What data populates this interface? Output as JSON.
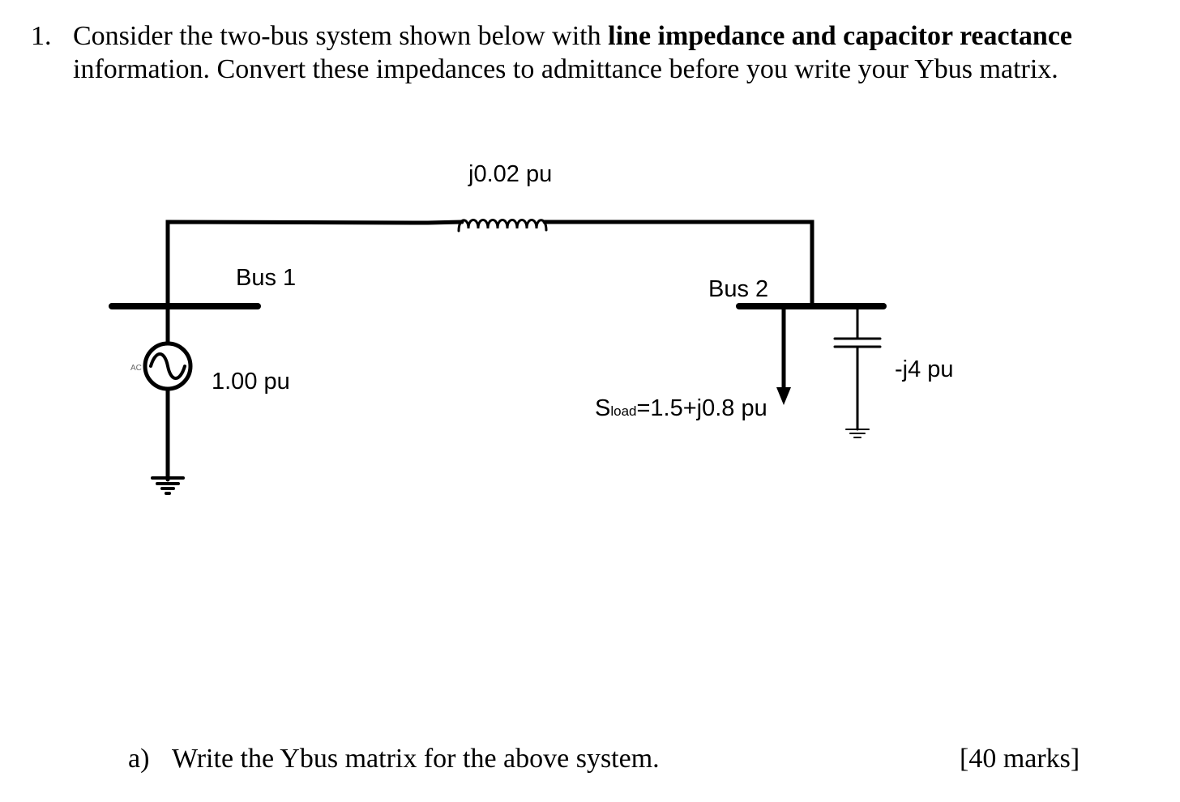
{
  "question": {
    "number": "1.",
    "text_part1": "Consider the two-bus system shown below with ",
    "text_bold": "line impedance and capacitor reactance",
    "text_part2": " information. Convert these impedances to admittance before you write your Ybus matrix."
  },
  "diagram": {
    "line_impedance": "j0.02 pu",
    "bus1_label": "Bus 1",
    "bus2_label": "Bus 2",
    "generator_voltage": "1.00 pu",
    "generator_tag": "AC",
    "load_prefix": "S",
    "load_subscript": "load",
    "load_value": "=1.5+j0.8 pu",
    "capacitor_reactance": "-j4 pu"
  },
  "part_a": {
    "label": "a)",
    "text": "Write the Ybus matrix for the above system.",
    "marks": "[40 marks]"
  }
}
